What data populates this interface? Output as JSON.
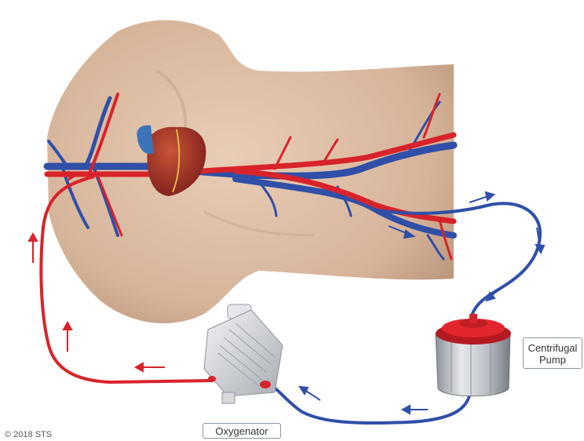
{
  "labels": {
    "oxygenator": "Oxygenator",
    "pump_line1": "Centrifugal",
    "pump_line2": "Pump"
  },
  "copyright": "© 2018 STS",
  "colors": {
    "artery": "#d8232a",
    "vein": "#2f4fa8",
    "skin": "#d9b9a0",
    "heart": "#a8322a",
    "device": "#cfd2d6"
  }
}
